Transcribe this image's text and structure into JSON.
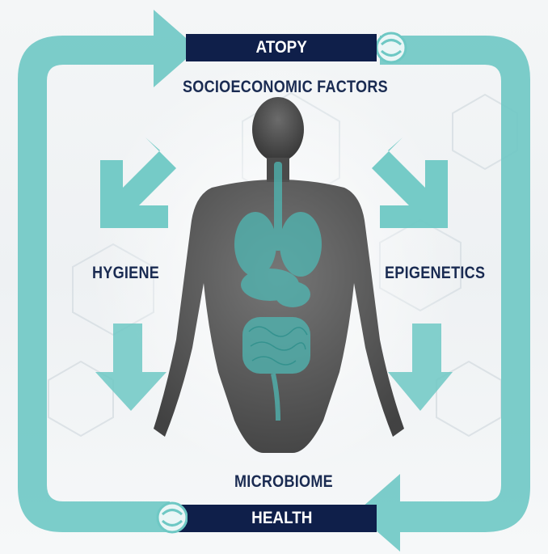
{
  "diagram": {
    "top_banner": "ATOPY",
    "bottom_banner": "HEALTH",
    "labels": {
      "socioeconomic": "SOCIOECONOMIC FACTORS",
      "hygiene": "HYGIENE",
      "epigenetics": "EPIGENETICS",
      "microbiome": "MICROBIOME"
    },
    "colors": {
      "accent": "#6ec8c4",
      "banner": "#0f1f4a",
      "label": "#1a2b52",
      "organs": "#4fb8b4",
      "body": "#4a4a4a"
    },
    "icons": [
      "circular-logo-icon",
      "human-anatomy-figure",
      "down-arrow-icon"
    ]
  }
}
